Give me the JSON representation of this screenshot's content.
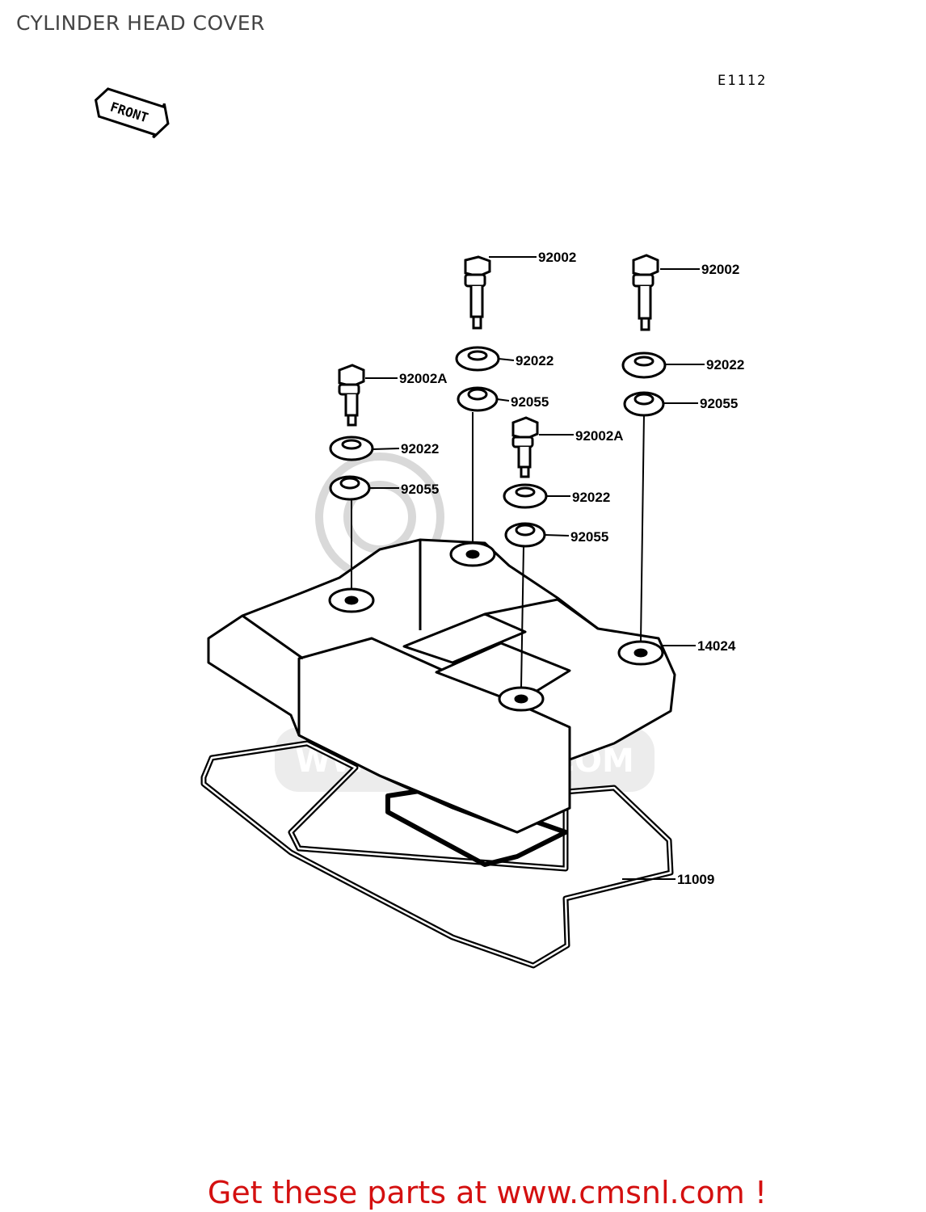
{
  "title": "CYLINDER HEAD COVER",
  "diagram_code": "E1112",
  "front_marker": "FRONT",
  "watermark": "WWW.CMSNL.COM",
  "colors": {
    "footer": "#d41010",
    "line": "#000000",
    "watermark": "#d8d8d8"
  },
  "parts": [
    {
      "id": "p1",
      "number": "92002"
    },
    {
      "id": "p2",
      "number": "92002"
    },
    {
      "id": "p3",
      "number": "92022"
    },
    {
      "id": "p4",
      "number": "92022"
    },
    {
      "id": "p5",
      "number": "92055"
    },
    {
      "id": "p6",
      "number": "92055"
    },
    {
      "id": "p7",
      "number": "92002A"
    },
    {
      "id": "p8",
      "number": "92002A"
    },
    {
      "id": "p9",
      "number": "92022"
    },
    {
      "id": "p10",
      "number": "92022"
    },
    {
      "id": "p11",
      "number": "92055"
    },
    {
      "id": "p12",
      "number": "92055"
    },
    {
      "id": "p13",
      "number": "14024"
    },
    {
      "id": "p14",
      "number": "11009"
    }
  ],
  "footer": "Get these parts at www.cmsnl.com !"
}
